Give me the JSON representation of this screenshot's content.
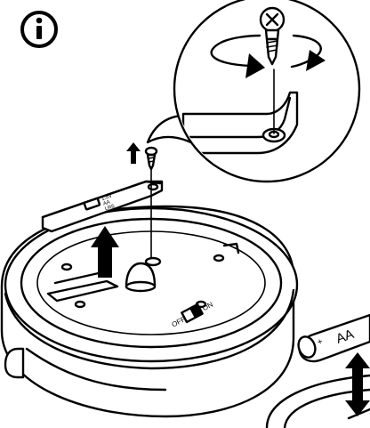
{
  "switch": {
    "off_label": "OFF",
    "on_label": "ON"
  },
  "battery": {
    "polarity": "+",
    "size_label": "AA"
  },
  "cover_label": {
    "line1": "1.5V",
    "line2": "AA",
    "line3": "LR6"
  },
  "colors": {
    "ink": "#000000",
    "paper": "#ffffff"
  }
}
